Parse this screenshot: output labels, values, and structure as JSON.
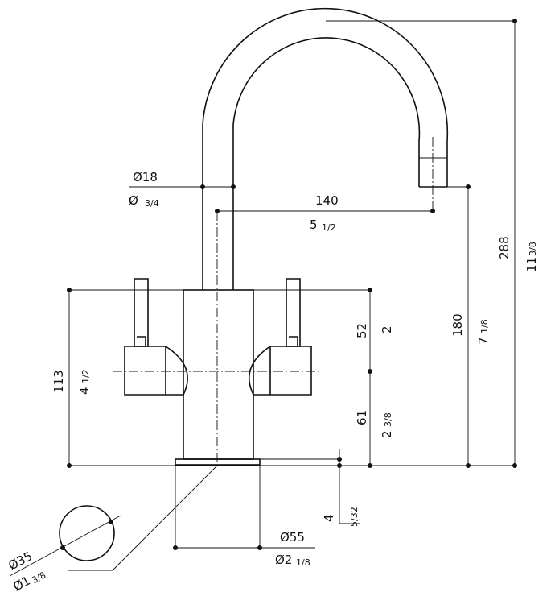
{
  "dimensions": {
    "pipe_diameter": {
      "mm": "Ø18",
      "inch": "Ø",
      "inch_frac": "3/4"
    },
    "reach": {
      "mm": "140",
      "inch": "5",
      "inch_frac": "1/2"
    },
    "total_height": {
      "mm": "288",
      "inch": "11",
      "inch_frac": "3/8"
    },
    "spout_height": {
      "mm": "180",
      "inch": "7",
      "inch_frac": "1/8"
    },
    "body_height": {
      "mm": "113",
      "inch": "4",
      "inch_frac": "1/2"
    },
    "upper_section": {
      "mm": "52",
      "inch": "2"
    },
    "lower_section": {
      "mm": "61",
      "inch": "2",
      "inch_frac": "3/8"
    },
    "base_thickness": {
      "mm": "4",
      "inch_frac": "5/32"
    },
    "base_diameter": {
      "mm": "Ø55",
      "inch": "Ø2",
      "inch_frac": "1/8"
    },
    "hole_diameter": {
      "mm": "Ø35",
      "inch": "Ø1",
      "inch_frac": "3/8"
    }
  }
}
